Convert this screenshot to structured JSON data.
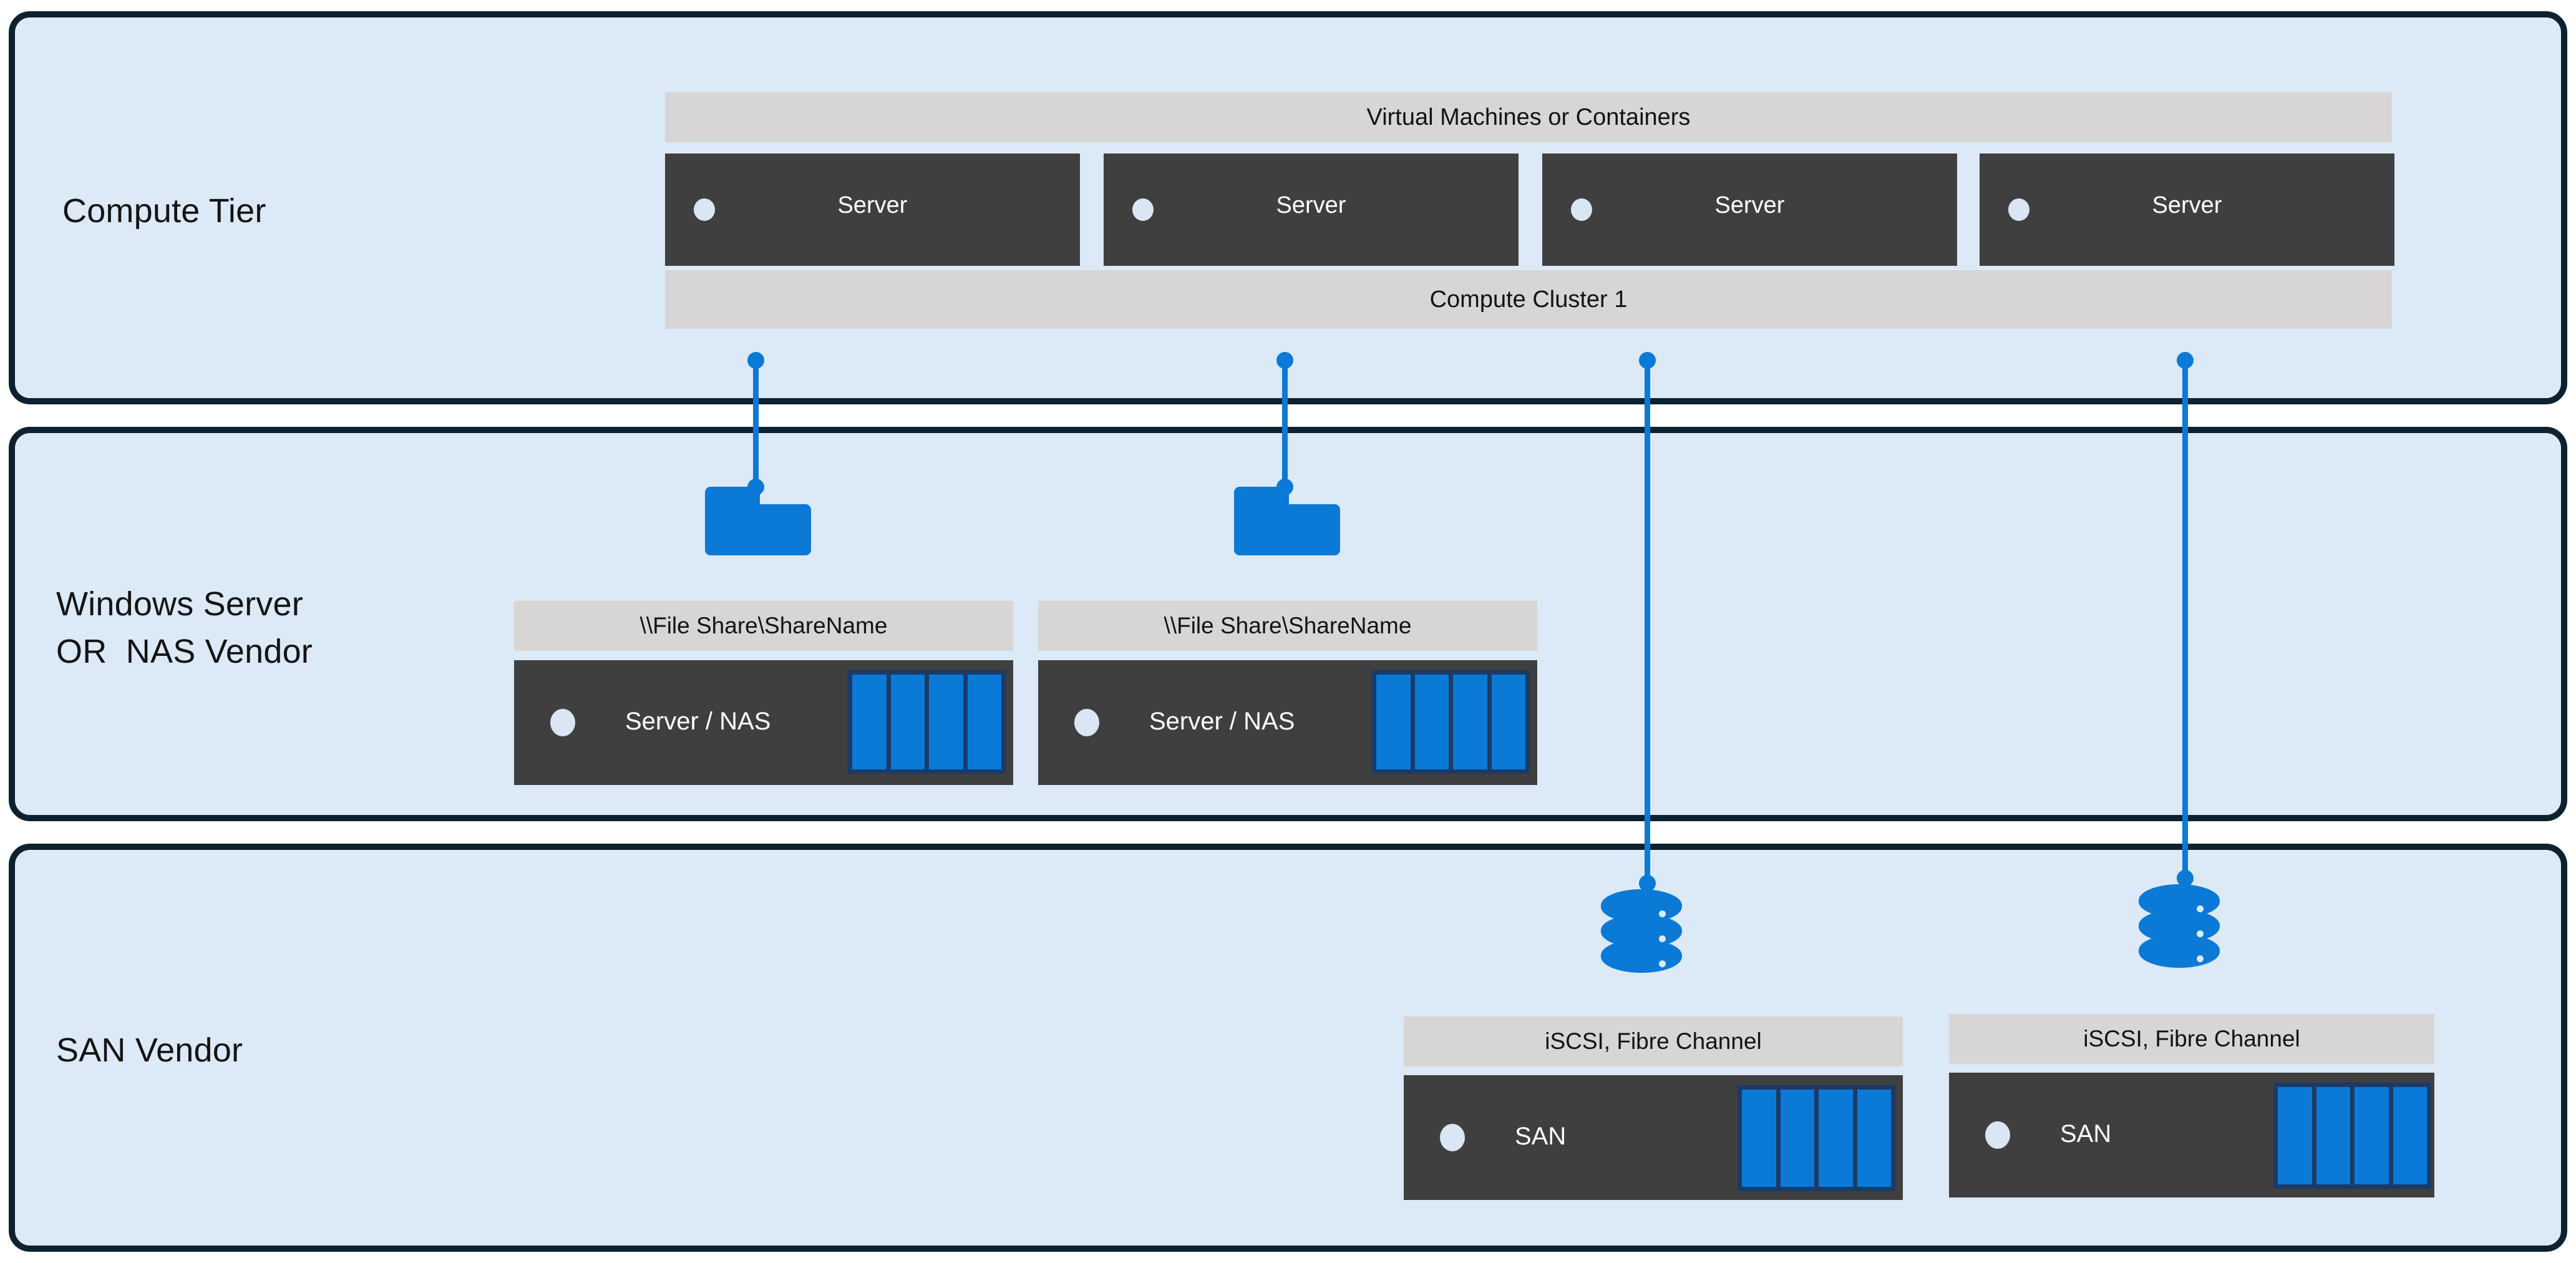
{
  "diagram": {
    "title": "Three-tier storage architecture",
    "colors": {
      "panel_fill": "#dce9f7",
      "panel_border": "#0c2230",
      "caption_bar": "#d7d6d4",
      "device_dark": "#3f3f3f",
      "accent_blue": "#0a7ad6",
      "disk_frame": "#1b3a66",
      "led": "#dbe6f4",
      "text_dark": "#131313",
      "text_light": "#ffffff"
    }
  },
  "tiers": [
    {
      "id": "compute",
      "label": "Compute Tier"
    },
    {
      "id": "fileshare",
      "label": "Windows Server\nOR  NAS Vendor"
    },
    {
      "id": "san",
      "label": "SAN Vendor"
    }
  ],
  "compute": {
    "top_caption": "Virtual Machines or Containers",
    "bottom_caption": "Compute Cluster 1",
    "servers": [
      {
        "label": "Server"
      },
      {
        "label": "Server"
      },
      {
        "label": "Server"
      },
      {
        "label": "Server"
      }
    ]
  },
  "fileshare": {
    "units": [
      {
        "caption": "\\\\File Share\\ShareName",
        "label": "Server / NAS",
        "disks": 4
      },
      {
        "caption": "\\\\File Share\\ShareName",
        "label": "Server / NAS",
        "disks": 4
      }
    ],
    "icons": [
      {
        "name": "folder-icon"
      },
      {
        "name": "folder-icon"
      }
    ]
  },
  "san": {
    "units": [
      {
        "caption": "iSCSI, Fibre Channel",
        "label": "SAN",
        "disks": 4
      },
      {
        "caption": "iSCSI, Fibre Channel",
        "label": "SAN",
        "disks": 4
      }
    ],
    "icons": [
      {
        "name": "database-cylinder-icon"
      },
      {
        "name": "database-cylinder-icon"
      }
    ]
  },
  "connectors": [
    {
      "from": "compute-server-1",
      "to": "fileshare-folder-1"
    },
    {
      "from": "compute-server-2",
      "to": "fileshare-folder-2"
    },
    {
      "from": "compute-server-3",
      "to": "san-database-1"
    },
    {
      "from": "compute-server-4",
      "to": "san-database-2"
    }
  ]
}
